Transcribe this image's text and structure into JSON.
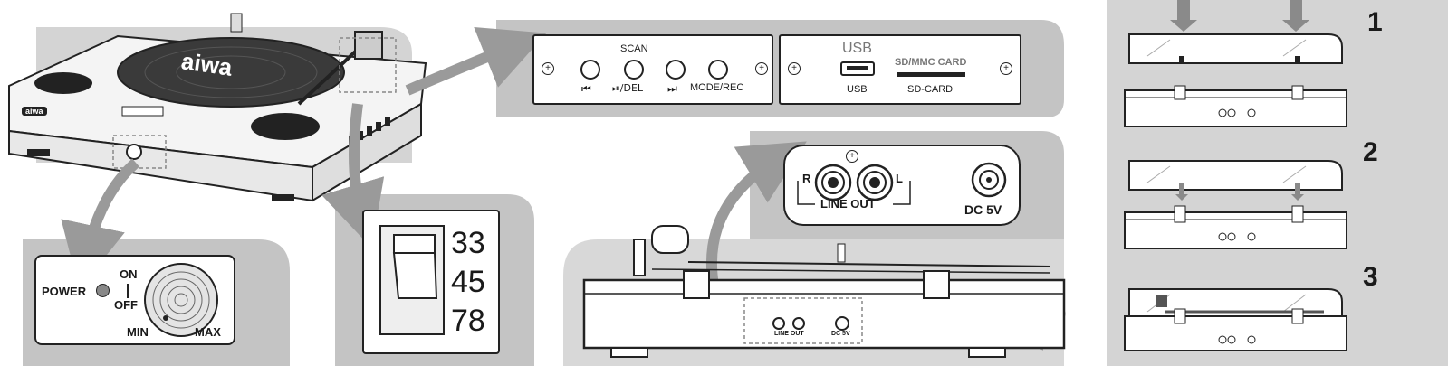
{
  "brand": "aiwa",
  "power_panel": {
    "power_label": "POWER",
    "on_label": "ON",
    "off_label": "OFF",
    "min_label": "MIN",
    "max_label": "MAX"
  },
  "speed_selector": {
    "speeds": [
      "33",
      "45",
      "78"
    ]
  },
  "front_panel": {
    "scan_label": "SCAN",
    "prev_symbol": "⏮",
    "play_del_label": "⏯/DEL",
    "next_symbol": "⏭",
    "mode_rec_label": "MODE/REC",
    "usb_logo": "USB",
    "usb_label": "USB",
    "sd_logo": "SD/MMC CARD",
    "sd_label": "SD-CARD"
  },
  "rear_panel": {
    "r_label": "R",
    "l_label": "L",
    "line_out_label": "LINE OUT",
    "dc_label": "DC 5V",
    "small_line_out_label": "LINE OUT",
    "small_dc_label": "DC 5V"
  },
  "steps": [
    "1",
    "2",
    "3"
  ]
}
